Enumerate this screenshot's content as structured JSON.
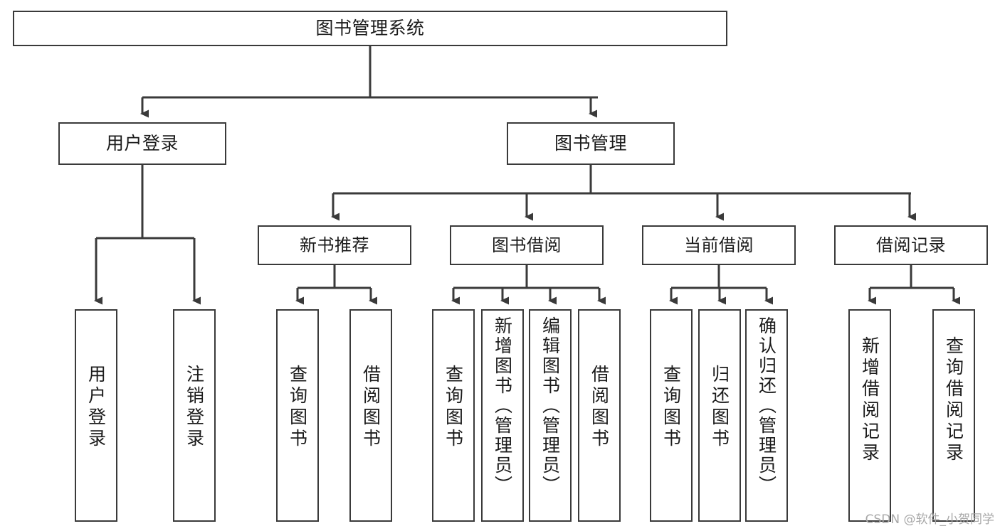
{
  "diagram": {
    "title": "图书管理系统",
    "watermark": "CSDN @软件_小贺同学",
    "colors": {
      "box_border": "#3a3a3a",
      "edge": "#3a3a3a",
      "text": "#1b1b1b",
      "background": "#ffffff",
      "watermark": "#a8a8a8"
    },
    "levels": {
      "root": {
        "label": "图书管理系统"
      },
      "level2": [
        {
          "label": "用户登录"
        },
        {
          "label": "图书管理"
        }
      ],
      "level3": [
        {
          "label": "新书推荐"
        },
        {
          "label": "图书借阅"
        },
        {
          "label": "当前借阅"
        },
        {
          "label": "借阅记录"
        }
      ],
      "leaves": {
        "user_login": [
          {
            "label": "用户登录"
          },
          {
            "label": "注销登录"
          }
        ],
        "new_book_recommend": [
          {
            "label": "查询图书"
          },
          {
            "label": "借阅图书"
          }
        ],
        "book_borrow": [
          {
            "label": "查询图书"
          },
          {
            "label": "新增图书（管理员）"
          },
          {
            "label": "编辑图书（管理员）"
          },
          {
            "label": "借阅图书"
          }
        ],
        "current_borrow": [
          {
            "label": "查询图书"
          },
          {
            "label": "归还图书"
          },
          {
            "label": "确认归还（管理员）"
          }
        ],
        "borrow_record": [
          {
            "label": "新增借阅记录"
          },
          {
            "label": "查询借阅记录"
          }
        ]
      }
    }
  }
}
